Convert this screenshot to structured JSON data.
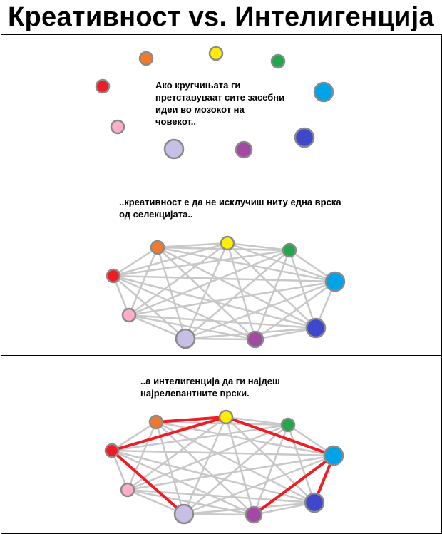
{
  "title": "Креативност vs. Интелигенција",
  "panels": [
    {
      "caption": "Ако кругчињата ги\nпретставуваат сите засебни\nидеи во мозокот на\nчовекот.."
    },
    {
      "caption": "..креативност е да не исклучиш ниту една врска\nод селекцијата.."
    },
    {
      "caption": "..а интелигенција да ги најдеш\nнајрелевантните врски."
    }
  ],
  "nodes": [
    {
      "id": "orange",
      "color": "#f07a2a",
      "size": "small"
    },
    {
      "id": "yellow",
      "color": "#ffee00",
      "size": "small"
    },
    {
      "id": "green",
      "color": "#22a84a",
      "size": "small"
    },
    {
      "id": "red",
      "color": "#ee1c24",
      "size": "small"
    },
    {
      "id": "cyan",
      "color": "#00a2e8",
      "size": "large"
    },
    {
      "id": "pink",
      "color": "#ffaec9",
      "size": "small"
    },
    {
      "id": "lavender",
      "color": "#c8bfe7",
      "size": "large"
    },
    {
      "id": "purple",
      "color": "#a349a4",
      "size": "medium"
    },
    {
      "id": "blue",
      "color": "#3f48cc",
      "size": "large"
    }
  ],
  "edge_color": "#c8c8c8",
  "highlight_color": "#ee1c24",
  "relevant_connections": [
    [
      "red",
      "yellow"
    ],
    [
      "red",
      "lavender"
    ],
    [
      "orange",
      "yellow"
    ],
    [
      "yellow",
      "cyan"
    ],
    [
      "cyan",
      "blue"
    ],
    [
      "purple",
      "cyan"
    ]
  ]
}
